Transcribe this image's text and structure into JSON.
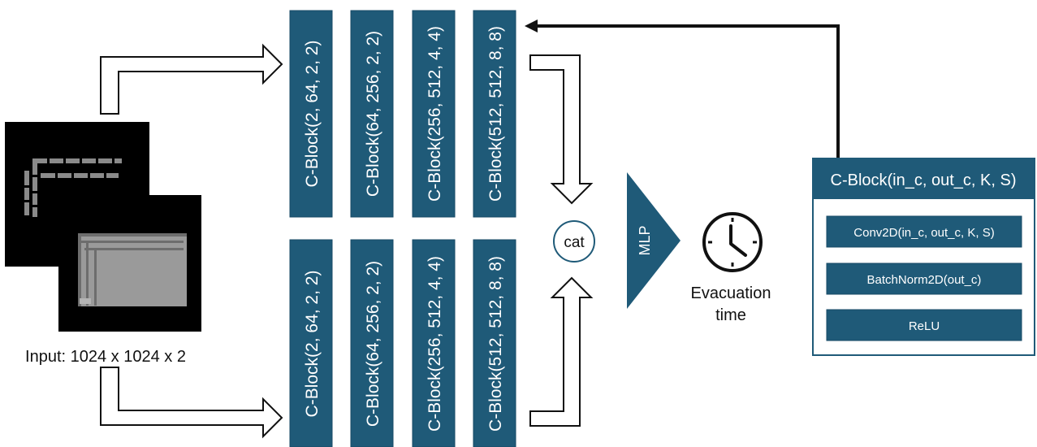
{
  "input": {
    "label": "Input: 1024 x 1024 x 2"
  },
  "branches": [
    {
      "blocks": [
        {
          "label": "C-Block(2, 64, 2, 2)"
        },
        {
          "label": "C-Block(64, 256, 2, 2)"
        },
        {
          "label": "C-Block(256, 512, 4, 4)"
        },
        {
          "label": "C-Block(512, 512, 8, 8)"
        }
      ]
    },
    {
      "blocks": [
        {
          "label": "C-Block(2, 64, 2, 2)"
        },
        {
          "label": "C-Block(64, 256, 2, 2)"
        },
        {
          "label": "C-Block(256, 512, 4, 4)"
        },
        {
          "label": "C-Block(512, 512, 8, 8)"
        }
      ]
    }
  ],
  "cat": {
    "label": "cat"
  },
  "mlp": {
    "label": "MLP"
  },
  "output": {
    "line1": "Evacuation",
    "line2": "time"
  },
  "cblock_detail": {
    "title": "C-Block(in_c, out_c, K, S)",
    "layers": [
      {
        "label": "Conv2D(in_c, out_c, K, S)"
      },
      {
        "label": "BatchNorm2D(out_c)"
      },
      {
        "label": "ReLU"
      }
    ]
  },
  "colors": {
    "block_fill": "#1f5a78",
    "block_border": "#174a66",
    "text_dark": "#111111",
    "background": "#ffffff"
  }
}
